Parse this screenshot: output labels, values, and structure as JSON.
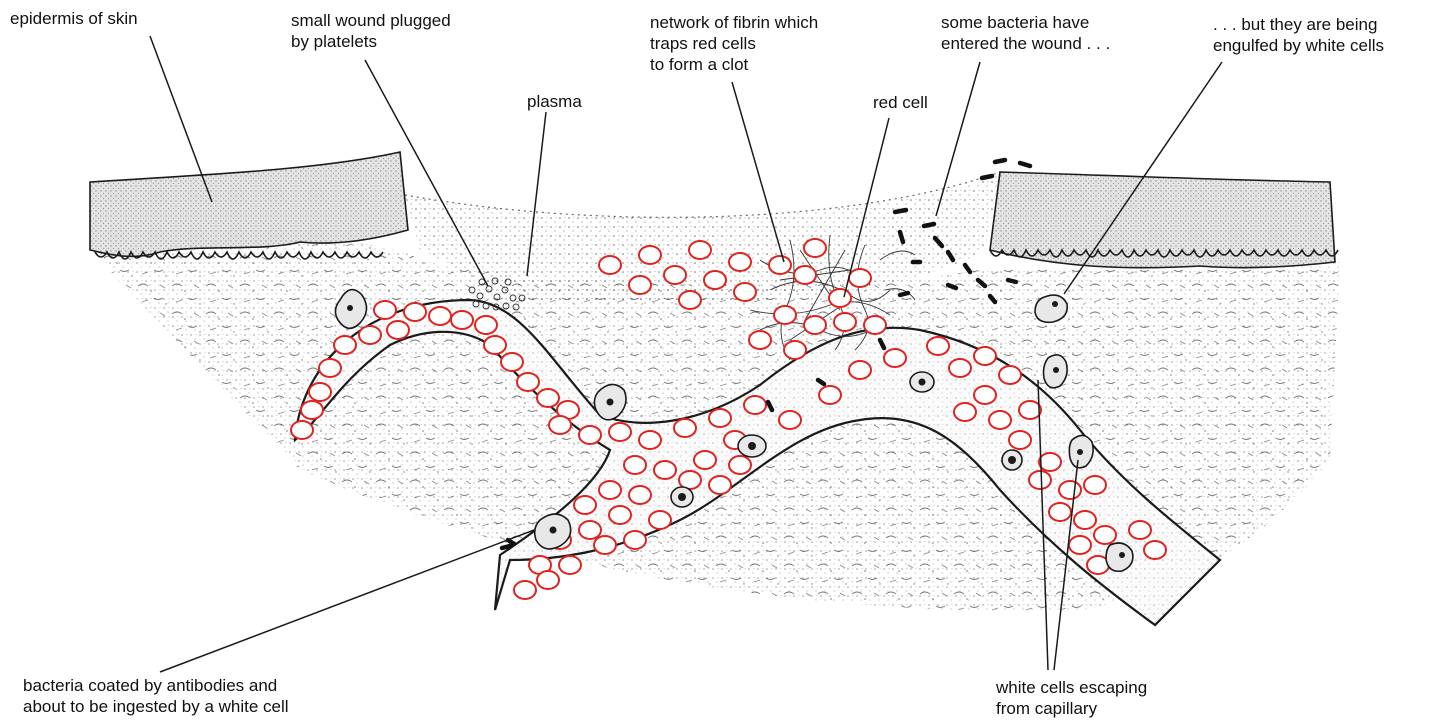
{
  "labels": {
    "epidermis": [
      "epidermis of skin"
    ],
    "platelets": [
      "small wound plugged",
      "by platelets"
    ],
    "plasma": [
      "plasma"
    ],
    "fibrin": [
      "network of fibrin which",
      "traps red cells",
      "to form a clot"
    ],
    "red_cell": [
      "red cell"
    ],
    "bacteria_entered": [
      "some bacteria have",
      "entered the wound . . ."
    ],
    "engulfed": [
      ". . . but they are being",
      "engulfed by white cells"
    ],
    "antibodies": [
      "bacteria coated by antibodies and",
      "about to be ingested by a white cell"
    ],
    "escaping": [
      "white cells escaping",
      "from capillary"
    ]
  },
  "colors": {
    "red_cell_outline": "#e0231f",
    "ink": "#1a1a1a",
    "epidermis_fill": "#e4e4e4",
    "tissue_fill": "#f7f7f7"
  }
}
